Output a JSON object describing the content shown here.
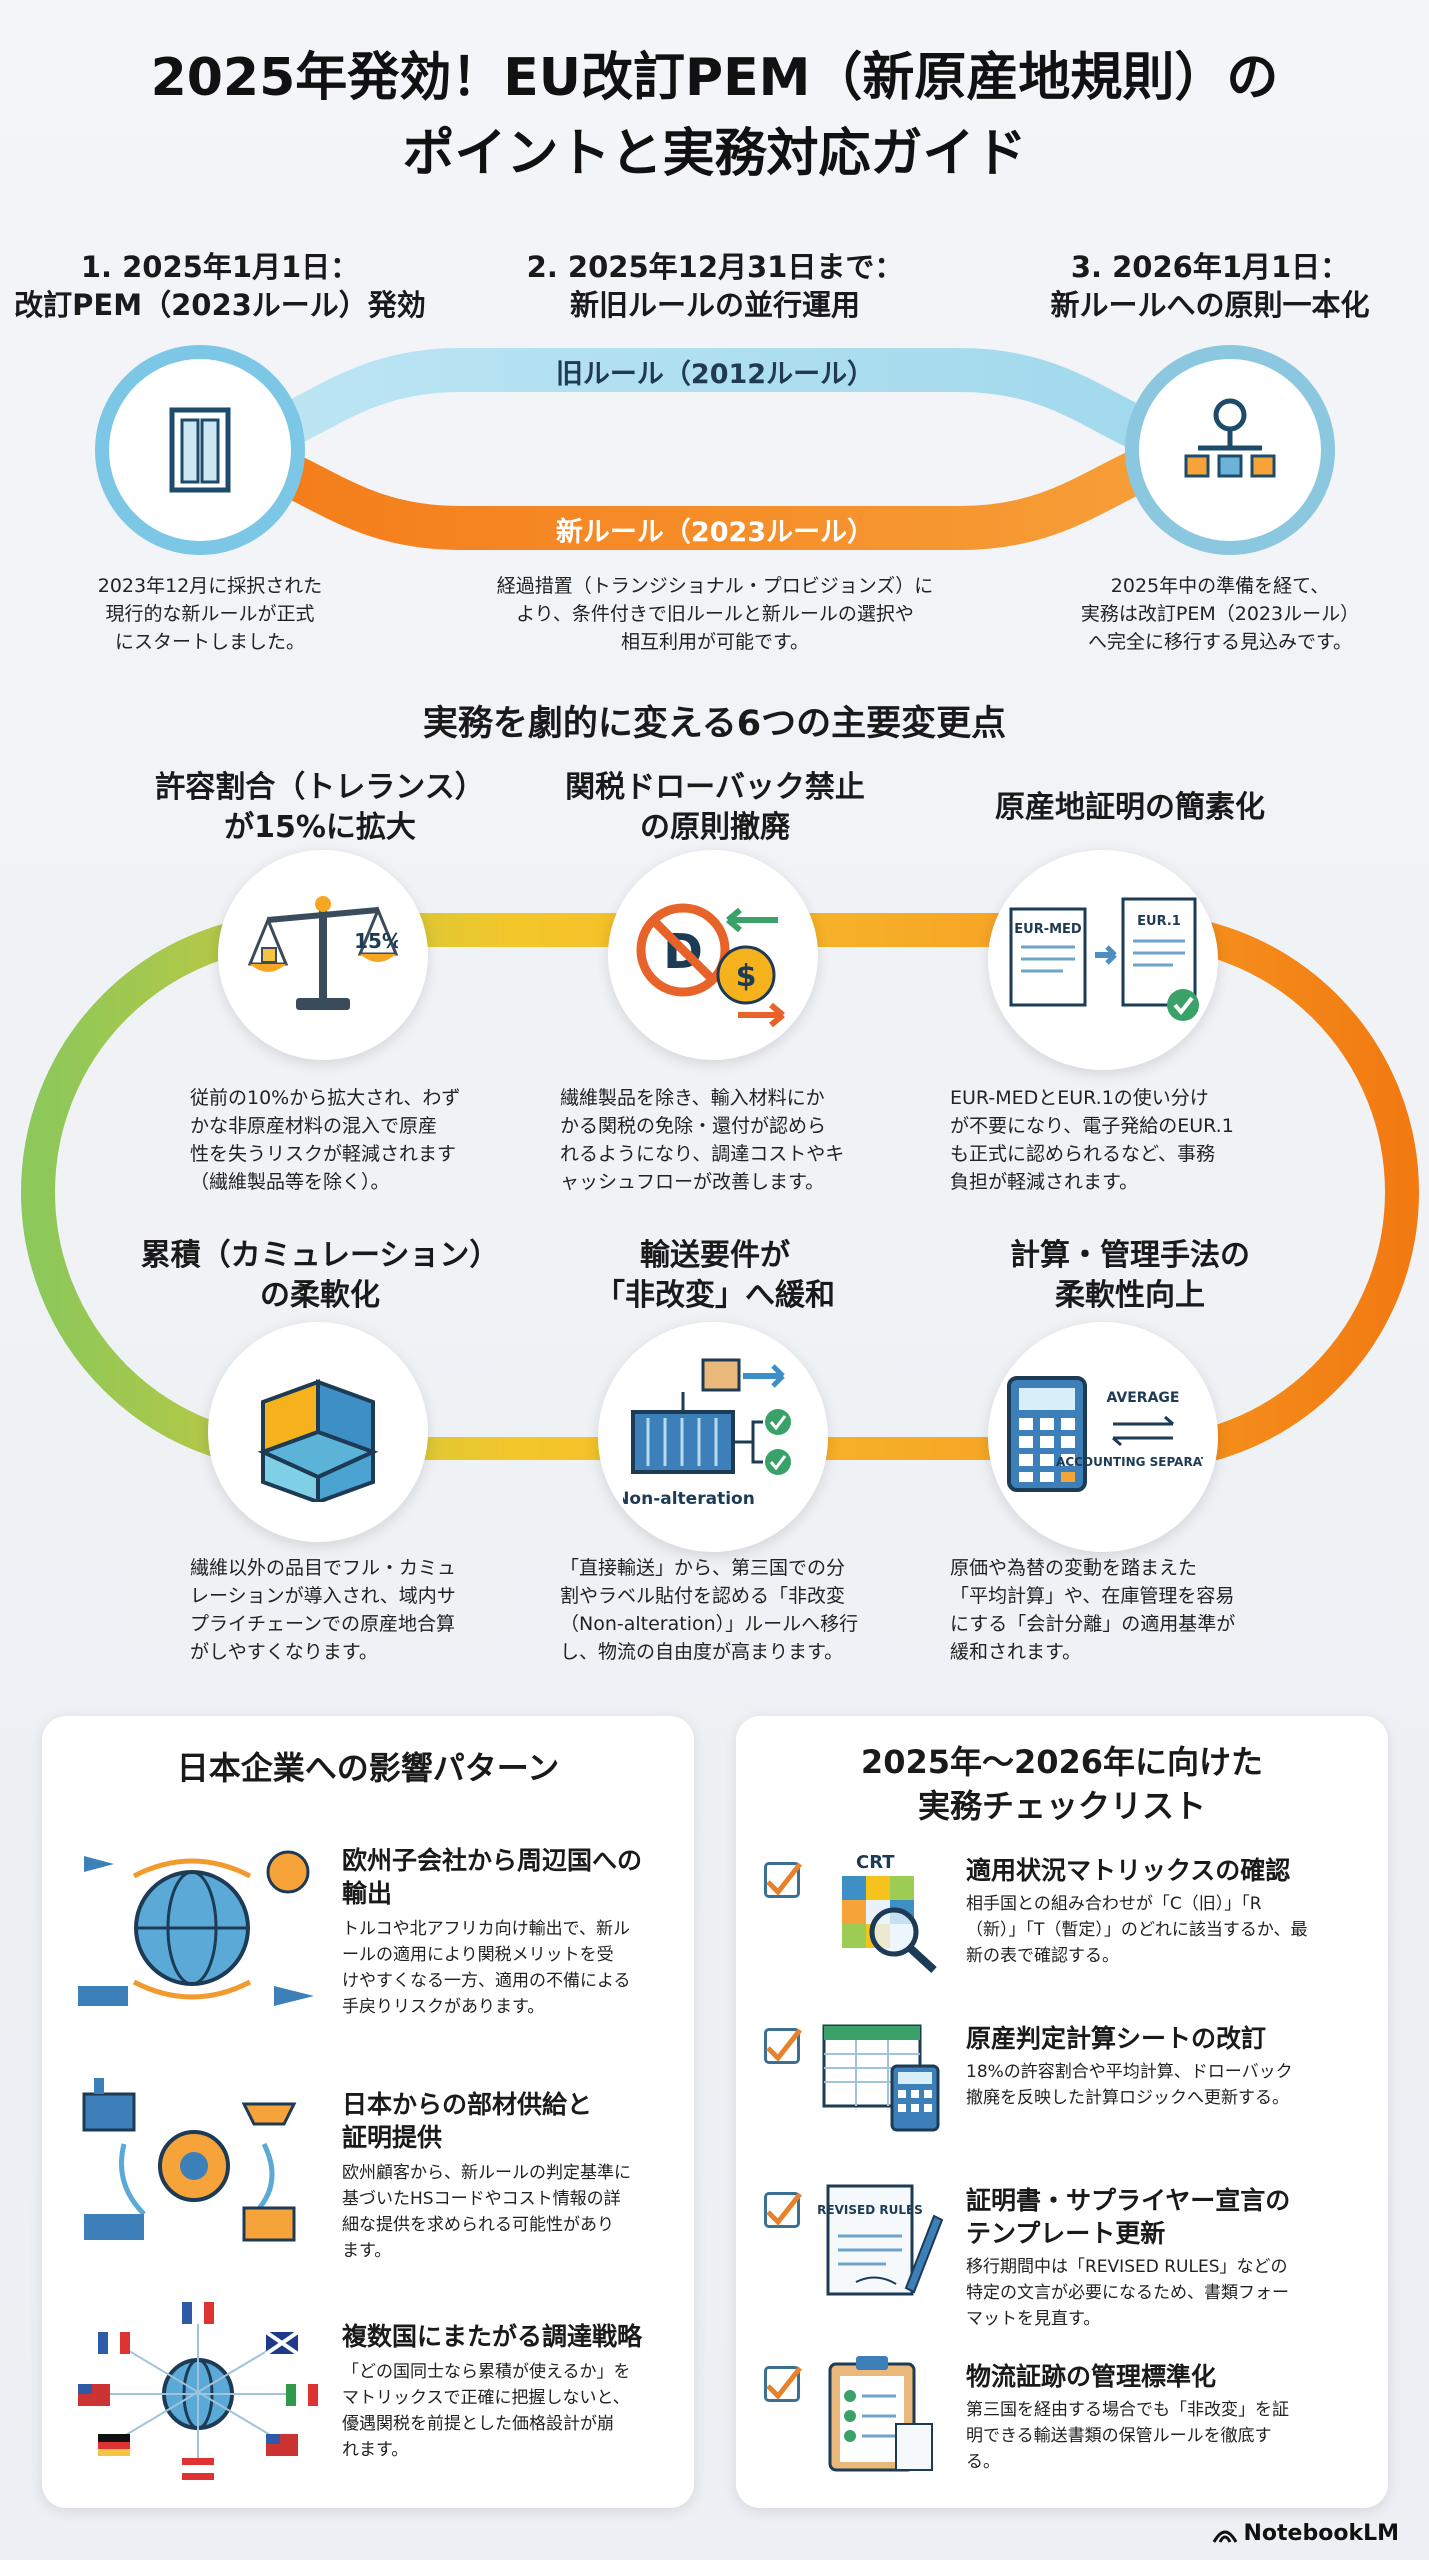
{
  "title": {
    "line1": "2025年発効！EU改訂PEM（新原産地規則）の",
    "line2": "ポイントと実務対応ガイド"
  },
  "timeline": {
    "steps": [
      {
        "head1": "1. 2025年1月1日：",
        "head2": "改訂PEM（2023ルール）発効",
        "desc": [
          "2023年12月に採択された",
          "現行的な新ルールが正式",
          "にスタートしました。"
        ]
      },
      {
        "head1": "2. 2025年12月31日まで：",
        "head2": "新旧ルールの並行運用",
        "desc": [
          "経過措置（トランジショナル・プロビジョンズ）に",
          "より、条件付きで旧ルールと新ルールの選択や",
          "相互利用が可能です。"
        ]
      },
      {
        "head1": "3. 2026年1月1日：",
        "head2": "新ルールへの原則一本化",
        "desc": [
          "2025年中の準備を経て、",
          "実務は改訂PEM（2023ルール）",
          "へ完全に移行する見込みです。"
        ]
      }
    ],
    "old_rule_label": "旧ルール（2012ルール）",
    "new_rule_label": "新ルール（2023ルール）"
  },
  "changes": {
    "section_title": "実務を劇的に変える6つの主要変更点",
    "items": [
      {
        "title1": "許容割合（トレランス）",
        "title2": "が15%に拡大",
        "icon_text": "15%",
        "desc": [
          "従前の10%から拡大され、わず",
          "かな非原産材料の混入で原産",
          "性を失うリスクが軽減されます",
          "（繊維製品等を除く）。"
        ]
      },
      {
        "title1": "関税ドローバック禁止",
        "title2": "の原則撤廃",
        "icon_text": "D",
        "desc": [
          "繊維製品を除き、輸入材料にか",
          "かる関税の免除・還付が認めら",
          "れるようになり、調達コストやキ",
          "ャッシュフローが改善します。"
        ]
      },
      {
        "title1": "原産地証明の簡素化",
        "title2": "",
        "icon_text": "EUR-MED",
        "icon_text2": "EUR.1",
        "desc": [
          "EUR-MEDとEUR.1の使い分け",
          "が不要になり、電子発給のEUR.1",
          "も正式に認められるなど、事務",
          "負担が軽減されます。"
        ]
      },
      {
        "title1": "累積（カミュレーション）",
        "title2": "の柔軟化",
        "desc": [
          "繊維以外の品目でフル・カミュ",
          "レーションが導入され、域内サ",
          "プライチェーンでの原産地合算",
          "がしやすくなります。"
        ]
      },
      {
        "title1": "輸送要件が",
        "title2": "「非改変」へ緩和",
        "icon_text": "Non-alteration",
        "desc": [
          "「直接輸送」から、第三国での分",
          "割やラベル貼付を認める「非改変",
          "（Non-alteration）」ルールへ移行",
          "し、物流の自由度が高まります。"
        ]
      },
      {
        "title1": "計算・管理手法の",
        "title2": "柔軟性向上",
        "icon_text": "AVERAGE",
        "icon_text2": "ACCOUNTING SEPARATION",
        "desc": [
          "原価や為替の変動を踏まえた",
          "「平均計算」や、在庫管理を容易",
          "にする「会計分離」の適用基準が",
          "緩和されます。"
        ]
      }
    ]
  },
  "impact": {
    "title": "日本企業への影響パターン",
    "items": [
      {
        "title": [
          "欧州子会社から周辺国への",
          "輸出"
        ],
        "desc": [
          "トルコや北アフリカ向け輸出で、新ル",
          "ールの適用により関税メリットを受",
          "けやすくなる一方、適用の不備による",
          "手戻りリスクがあります。"
        ]
      },
      {
        "title": [
          "日本からの部材供給と",
          "証明提供"
        ],
        "desc": [
          "欧州顧客から、新ルールの判定基準に",
          "基づいたHSコードやコスト情報の詳",
          "細な提供を求められる可能性があり",
          "ます。"
        ]
      },
      {
        "title": [
          "複数国にまたがる調達戦略"
        ],
        "desc": [
          "「どの国同士なら累積が使えるか」を",
          "マトリックスで正確に把握しないと、",
          "優遇関税を前提とした価格設計が崩",
          "れます。"
        ]
      }
    ]
  },
  "checklist": {
    "title1": "2025年〜2026年に向けた",
    "title2": "実務チェックリスト",
    "items": [
      {
        "title": [
          "適用状況マトリックスの確認"
        ],
        "desc": [
          "相手国との組み合わせが「C（旧）」「R",
          "（新）」「T（暫定）」のどれに該当するか、最",
          "新の表で確認する。"
        ],
        "icon": "CRT"
      },
      {
        "title": [
          "原産判定計算シートの改訂"
        ],
        "desc": [
          "18%の許容割合や平均計算、ドローバック",
          "撤廃を反映した計算ロジックへ更新する。"
        ]
      },
      {
        "title": [
          "証明書・サプライヤー宣言の",
          "テンプレート更新"
        ],
        "desc": [
          "移行期間中は「REVISED RULES」などの",
          "特定の文言が必要になるため、書類フォー",
          "マットを見直す。"
        ],
        "icon": "REVISED RULES"
      },
      {
        "title": [
          "物流証跡の管理標準化"
        ],
        "desc": [
          "第三国を経由する場合でも「非改変」を証",
          "明できる輸送書類の保管ルールを徹底す",
          "る。"
        ]
      }
    ]
  },
  "logo": "NotebookLM",
  "colors": {
    "blue_lane": "#8fd0e8",
    "orange_lane": "#f07a1e",
    "loop_green": "#9ccc54",
    "loop_yellow": "#f6c21c",
    "loop_orange": "#f28a18",
    "check": "#e8812a"
  }
}
